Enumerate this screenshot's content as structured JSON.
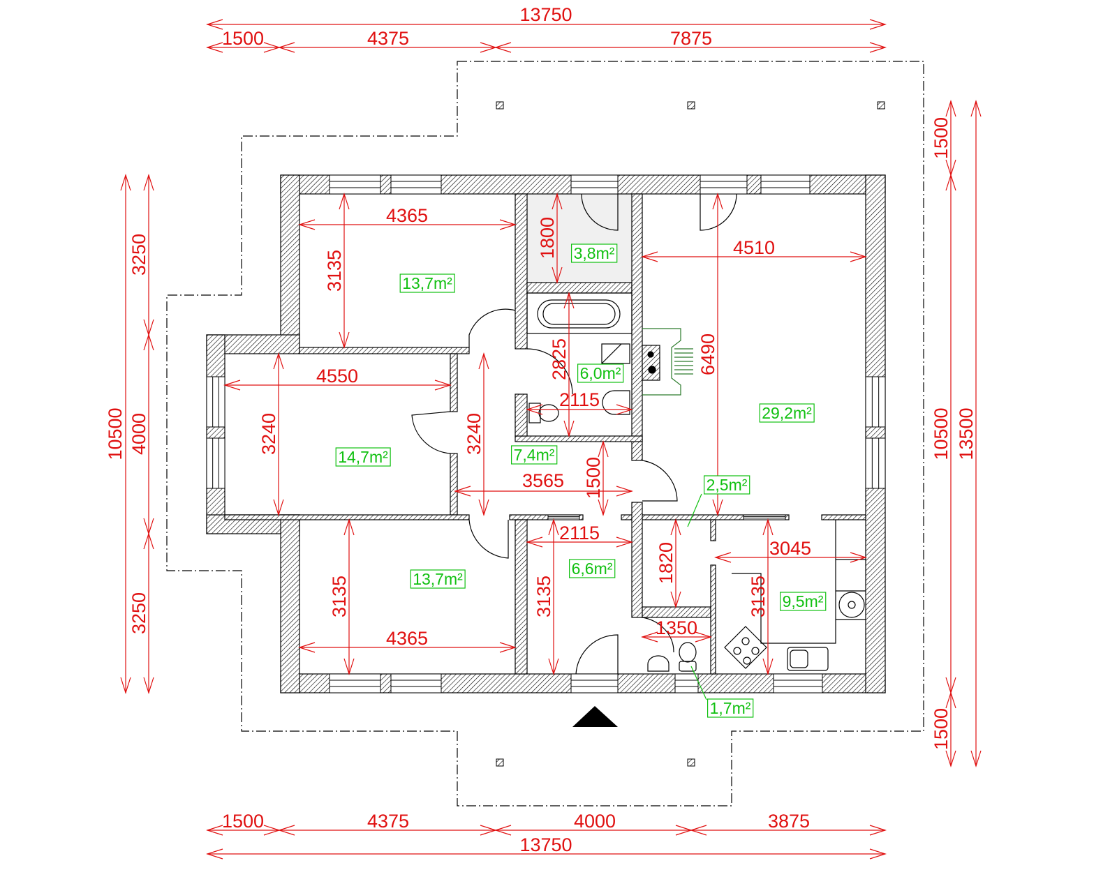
{
  "title": "Floor plan",
  "colors": {
    "dimension": "#e01010",
    "area": "#10c010",
    "wall": "#000000",
    "roof_outline": "#000000"
  },
  "overall_dims": {
    "top_total": "13750",
    "top_segments": [
      "1500",
      "4375",
      "7875"
    ],
    "bottom_segments": [
      "1500",
      "4375",
      "4000",
      "3875"
    ],
    "bottom_total": "13750",
    "left_total": "10500",
    "left_segments": [
      "3250",
      "4000",
      "3250"
    ],
    "right_segments": [
      "1500",
      "10500",
      "1500"
    ],
    "right_total": "13500"
  },
  "room_dims": [
    "4365",
    "3135",
    "4550",
    "3240",
    "3240",
    "3565",
    "1500",
    "1800",
    "2825",
    "2115",
    "4510",
    "6490",
    "2115",
    "3135",
    "4365",
    "3135",
    "1820",
    "3045",
    "3135",
    "1350"
  ],
  "areas": [
    "13,7m²",
    "3,8m²",
    "6,0m²",
    "14,7m²",
    "7,4m²",
    "29,2m²",
    "2,5m²",
    "13,7m²",
    "6,6m²",
    "9,5m²",
    "1,7m²"
  ]
}
